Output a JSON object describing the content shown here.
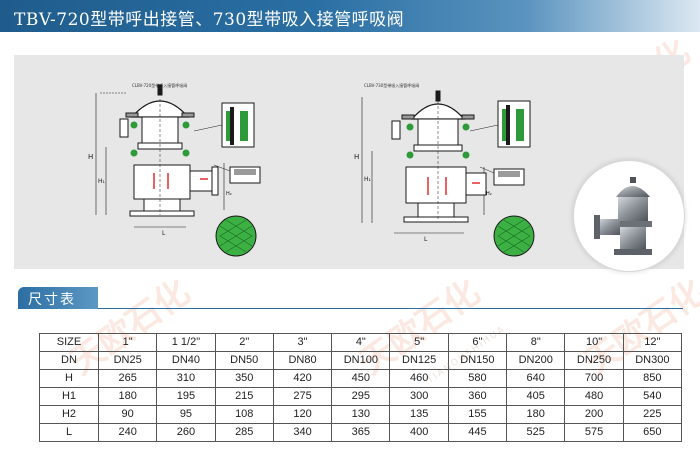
{
  "header": {
    "title": "TBV-720型带呼出接管、730型带吸入接管呼吸阀"
  },
  "drawing": {
    "left_caption": "CLBV-720型带呼入接管呼吸阀",
    "right_caption": "CLBV-730型带吸入接管呼吸阀",
    "dim_labels": [
      "H",
      "H₁",
      "H₂",
      "L"
    ]
  },
  "watermark": {
    "text": "天欧石化",
    "sub": "TIANOUSHIHUA"
  },
  "section": {
    "title": "尺寸表"
  },
  "table": {
    "rows": [
      {
        "head": "SIZE",
        "cells": [
          "1\"",
          "1 1/2\"",
          "2\"",
          "3\"",
          "4\"",
          "5\"",
          "6\"",
          "8\"",
          "10\"",
          "12\""
        ]
      },
      {
        "head": "DN",
        "cells": [
          "DN25",
          "DN40",
          "DN50",
          "DN80",
          "DN100",
          "DN125",
          "DN150",
          "DN200",
          "DN250",
          "DN300"
        ]
      },
      {
        "head": "H",
        "cells": [
          "265",
          "310",
          "350",
          "420",
          "450",
          "460",
          "580",
          "640",
          "700",
          "850"
        ]
      },
      {
        "head": "H1",
        "cells": [
          "180",
          "195",
          "215",
          "275",
          "295",
          "300",
          "360",
          "405",
          "480",
          "540"
        ]
      },
      {
        "head": "H2",
        "cells": [
          "90",
          "95",
          "108",
          "120",
          "130",
          "135",
          "155",
          "180",
          "200",
          "225"
        ]
      },
      {
        "head": "L",
        "cells": [
          "240",
          "260",
          "285",
          "340",
          "365",
          "400",
          "445",
          "525",
          "575",
          "650"
        ]
      }
    ]
  },
  "colors": {
    "title_bar": "#2a6fa3",
    "valve_body": "#ffffff",
    "valve_stroke": "#1a1a1a",
    "seal_green": "#2e9a3a",
    "mesh_green": "#3cb043",
    "arrow_red": "#e02020"
  }
}
